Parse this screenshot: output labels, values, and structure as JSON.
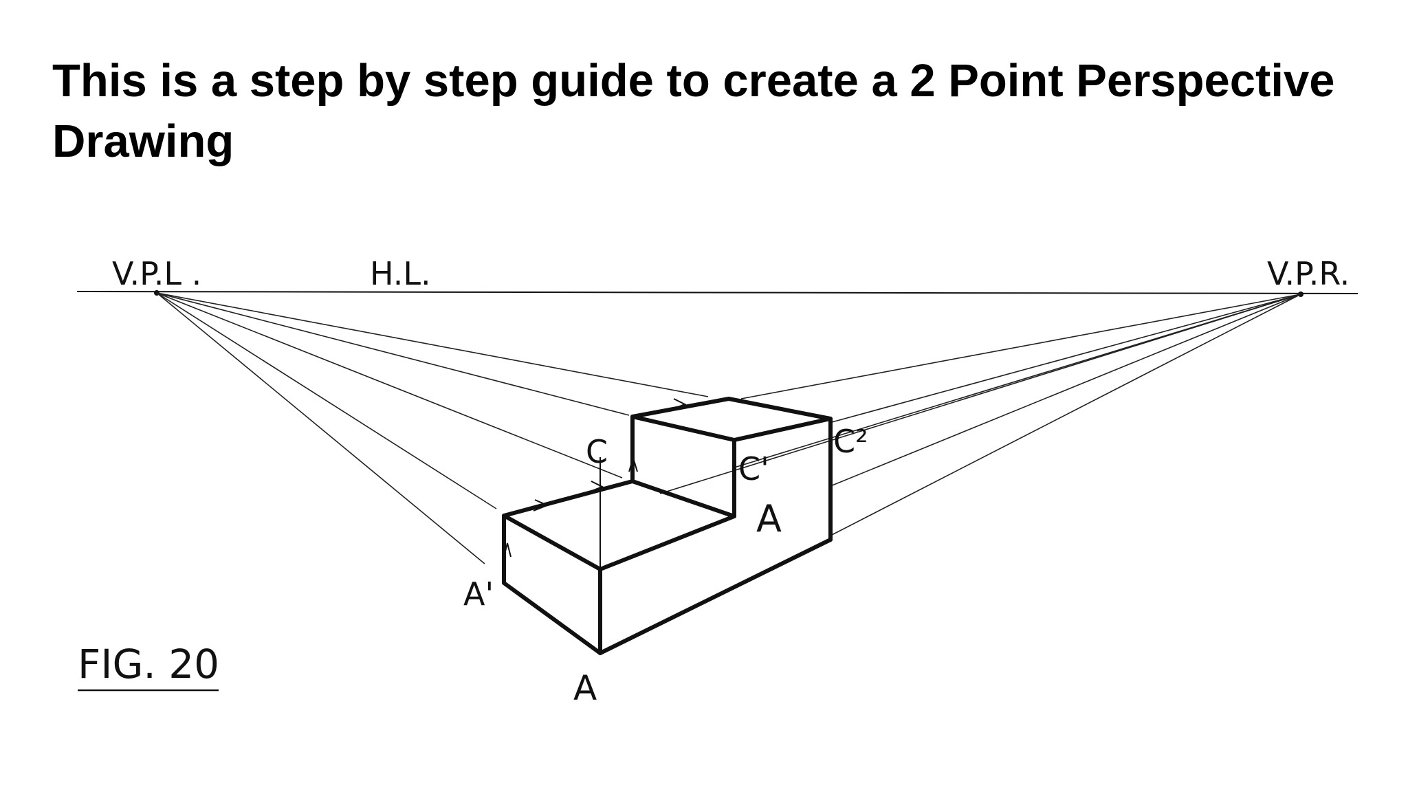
{
  "title": "This is a step by step guide to create a 2 Point Perspective Drawing",
  "figure": {
    "caption": "FIG. 20",
    "labels": {
      "vp_left": "V.P.L .",
      "horizon_line": "H.L.",
      "vp_right": "V.P.R.",
      "point_c": "C",
      "point_c1": "C'",
      "point_c2": "C²",
      "point_a_mid": "A",
      "point_a1": "A'",
      "point_a_bottom": "A"
    }
  }
}
